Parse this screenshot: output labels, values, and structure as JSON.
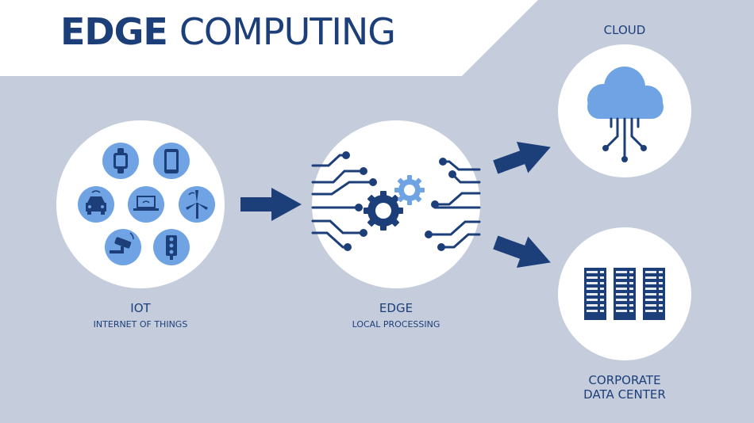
{
  "title": {
    "bold": "EDGE",
    "rest": "COMPUTING"
  },
  "nodes": {
    "iot": {
      "label": "IOT",
      "sublabel": "INTERNET OF THINGS"
    },
    "edge": {
      "label": "EDGE",
      "sublabel": "LOCAL PROCESSING"
    },
    "cloud": {
      "label": "CLOUD"
    },
    "datacenter": {
      "label_line1": "CORPORATE",
      "label_line2": "DATA CENTER"
    }
  },
  "iot_devices": [
    "smartwatch-icon",
    "smartphone-icon",
    "car-icon",
    "laptop-icon",
    "wind-turbine-icon",
    "security-camera-icon",
    "traffic-light-icon"
  ],
  "colors": {
    "background": "#c5cddc",
    "header": "#ffffff",
    "navy": "#1c3f7a",
    "light_blue": "#6fa3e4",
    "circle": "#ffffff"
  }
}
